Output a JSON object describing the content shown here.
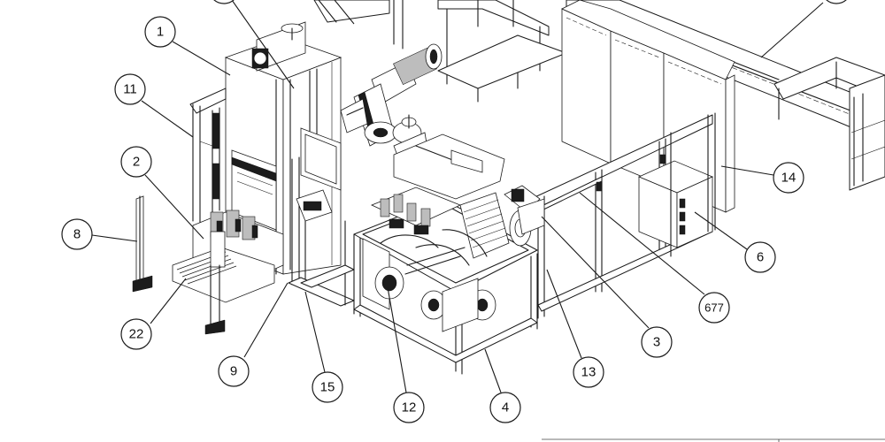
{
  "callouts": [
    {
      "id": "balloon-1",
      "label": "1"
    },
    {
      "id": "balloon-11",
      "label": "11"
    },
    {
      "id": "balloon-2",
      "label": "2"
    },
    {
      "id": "balloon-8",
      "label": "8"
    },
    {
      "id": "balloon-22",
      "label": "22"
    },
    {
      "id": "balloon-9",
      "label": "9"
    },
    {
      "id": "balloon-15",
      "label": "15"
    },
    {
      "id": "balloon-12",
      "label": "12"
    },
    {
      "id": "balloon-4",
      "label": "4"
    },
    {
      "id": "balloon-13",
      "label": "13"
    },
    {
      "id": "balloon-3",
      "label": "3"
    },
    {
      "id": "balloon-677",
      "label": "677"
    },
    {
      "id": "balloon-6",
      "label": "6"
    },
    {
      "id": "balloon-14",
      "label": "14"
    }
  ]
}
